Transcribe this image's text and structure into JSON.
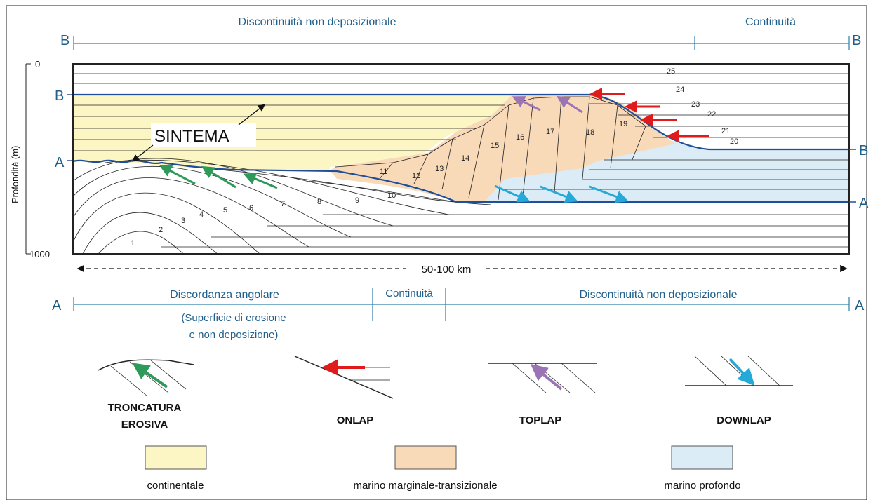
{
  "top_scale": {
    "left_letter": "B",
    "right_letter": "B",
    "label_discontinuity": "Discontinuità non deposizionale",
    "label_continuity": "Continuità"
  },
  "bottom_scale": {
    "left_letter": "A",
    "right_letter": "A",
    "label_discordance": "Discordanza angolare",
    "label_discordance_note_1": "(Superficie di erosione",
    "label_discordance_note_2": "e non deposizione)",
    "label_continuity": "Continuità",
    "label_discontinuity": "Discontinuità non deposizionale"
  },
  "section": {
    "y_axis_label": "Profondità (m)",
    "depth_top": "0",
    "depth_bottom": "1000",
    "surface_b_left": "B",
    "surface_a_left": "A",
    "surface_b_right": "B",
    "surface_a_right": "A",
    "sintema_label": "SINTEMA",
    "width_label": "50-100 km",
    "layer_numbers": [
      "1",
      "2",
      "3",
      "4",
      "5",
      "6",
      "7",
      "8",
      "9",
      "10",
      "11",
      "12",
      "13",
      "14",
      "15",
      "16",
      "17",
      "18",
      "19",
      "20",
      "21",
      "22",
      "23",
      "24",
      "25"
    ]
  },
  "legend_relations": [
    {
      "label_1": "TRONCATURA",
      "label_2": "EROSIVA"
    },
    {
      "label_1": "ONLAP",
      "label_2": ""
    },
    {
      "label_1": "TOPLAP",
      "label_2": ""
    },
    {
      "label_1": "DOWNLAP",
      "label_2": ""
    }
  ],
  "legend_facies": [
    {
      "label": "continentale",
      "color": "#fbf6c4"
    },
    {
      "label": "marino marginale-transizionale",
      "color": "#f8d9b8"
    },
    {
      "label": "marino profondo",
      "color": "#dcecf7"
    }
  ],
  "colors": {
    "scale_line": "#2f7fa8",
    "surface": "#1f4f9a",
    "erosion_arrow": "#2e9a5a",
    "onlap_arrow": "#e01b1b",
    "toplap_arrow": "#9a74b5",
    "downlap_arrow": "#25a9d6"
  }
}
